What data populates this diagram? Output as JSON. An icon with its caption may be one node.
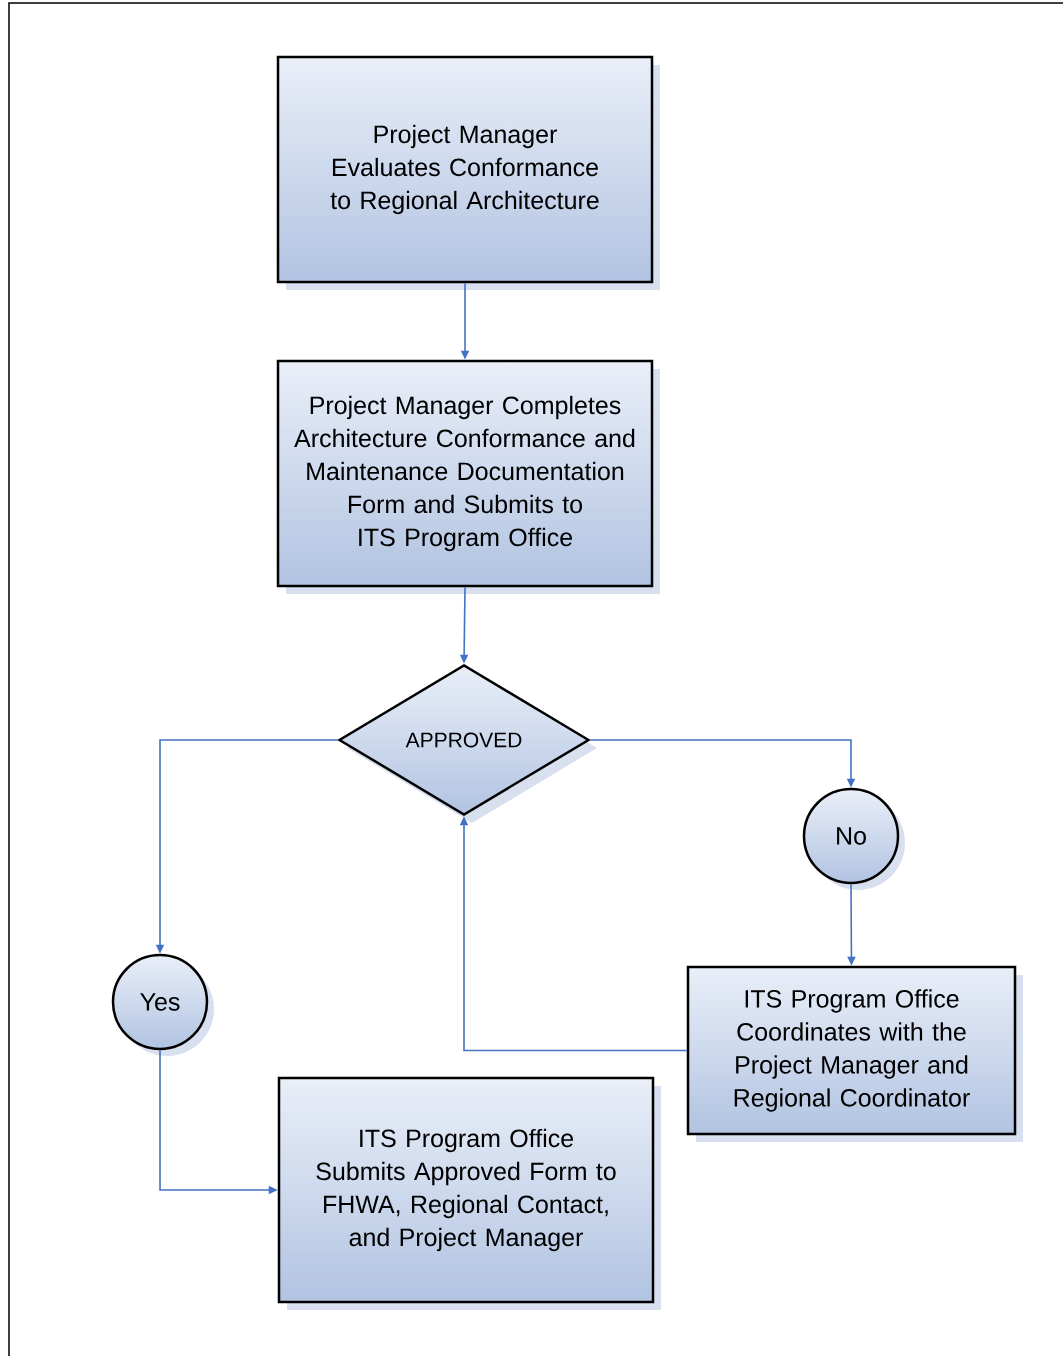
{
  "diagram": {
    "nodes": [
      {
        "text": [
          "Project Manager Evaluates Conformance to Regional Architecture"
        ]
      },
      {
        "text": [
          "Project Manager Completes Architecture Conformance and Maintenance Documentation Form and Submits to ITS Program Office"
        ]
      },
      {
        "text": [
          "APPROVED"
        ]
      },
      {
        "text": [
          "No"
        ]
      },
      {
        "text": [
          "ITS Program Office Coordinates with the Project Manager and Regional Coordinator"
        ]
      },
      {
        "text": [
          "Yes"
        ]
      },
      {
        "text": [
          "ITS Program Office Submits Approved Form to FHWA, Regional Contact, and Project Manager"
        ]
      }
    ],
    "edges": [
      {
        "from": 0,
        "to": 1,
        "arrow": "to"
      },
      {
        "from": 1,
        "to": 2,
        "arrow": "to"
      },
      {
        "from": 2,
        "to": 3,
        "arrow": "to"
      },
      {
        "from": 3,
        "to": 4,
        "arrow": "to"
      },
      {
        "from": 4,
        "to": 2,
        "arrow": "to"
      },
      {
        "from": 2,
        "to": 5,
        "arrow": "to"
      },
      {
        "from": 5,
        "to": 6,
        "arrow": "to"
      }
    ]
  }
}
